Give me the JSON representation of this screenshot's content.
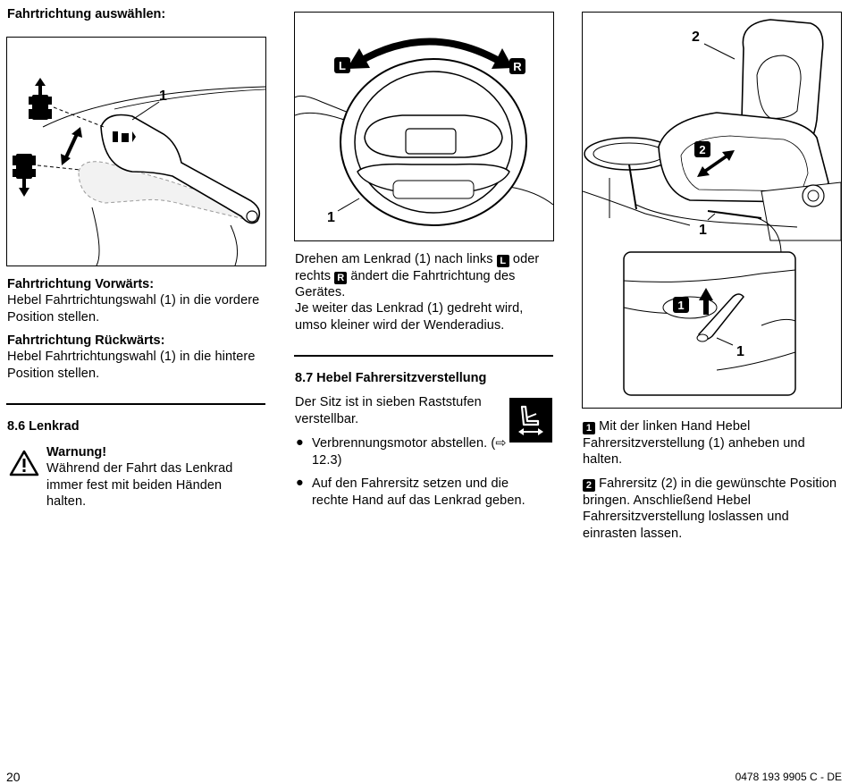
{
  "col1": {
    "heading": "Fahrtrichtung auswählen:",
    "fig_label_1": "1",
    "forward_heading": "Fahrtrichtung Vorwärts:",
    "forward_text": "Hebel Fahrtrichtungswahl (1) in die vordere Position stellen.",
    "backward_heading": "Fahrtrichtung Rückwärts:",
    "backward_text": "Hebel Fahrtrichtungswahl (1) in die hintere Position stellen.",
    "section_title": "8.6 Lenkrad",
    "warning_title": "Warnung!",
    "warning_text": "Während der Fahrt das Lenkrad immer fest mit beiden Händen halten."
  },
  "col2": {
    "fig_badge_l": "L",
    "fig_badge_r": "R",
    "fig_label_1": "1",
    "p1_a": "Drehen am Lenkrad (1) nach links",
    "p1_badge_l": "L",
    "p1_b": "oder rechts",
    "p1_badge_r": "R",
    "p1_c": "ändert die Fahrtrichtung des Gerätes.",
    "p2": "Je weiter das Lenkrad (1) gedreht wird, umso kleiner wird der Wenderadius.",
    "section_title": "8.7 Hebel Fahrersitzverstellung",
    "intro": "Der Sitz ist in sieben Raststufen verstellbar.",
    "bullets": [
      {
        "symbol": "●",
        "text": "Verbrennungsmotor abstellen. (⇨ 12.3)"
      },
      {
        "symbol": "●",
        "text": "Auf den Fahrersitz setzen und die rechte Hand auf das Lenkrad geben."
      }
    ]
  },
  "col3": {
    "fig_label_2": "2",
    "fig_label_1a": "1",
    "fig_label_1b": "1",
    "fig_badge_1": "1",
    "fig_badge_2": "2",
    "step1_badge": "1",
    "step1_text": "Mit der linken Hand Hebel Fahrersitzverstellung (1) anheben und halten.",
    "step2_badge": "2",
    "step2_text": "Fahrersitz (2) in die gewünschte Position bringen. Anschließend Hebel Fahrersitzverstellung loslassen und einrasten lassen."
  },
  "footer": {
    "page_number": "20",
    "doc_code": "0478 193 9905 C - DE"
  }
}
